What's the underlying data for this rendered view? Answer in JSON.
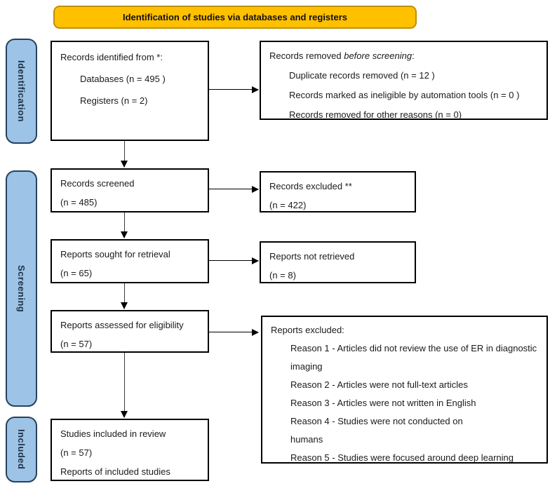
{
  "banner": {
    "label": "Identification of studies via databases and registers"
  },
  "stages": {
    "identification": "Identification",
    "screening": "Screening",
    "included": "Included"
  },
  "boxes": {
    "identified": {
      "title": "Records identified from *:",
      "items": [
        "Databases (n = 495 )",
        "Registers (n = 2)"
      ]
    },
    "removed": {
      "title_prefix": "Records removed ",
      "title_italic": "before screening",
      "title_suffix": ":",
      "items": [
        "Duplicate records removed (n = 12 )",
        "Records marked as ineligible by automation tools (n = 0 )",
        "Records removed for other reasons (n = 0)"
      ]
    },
    "screened": {
      "line1": "Records screened",
      "line2": "(n = 485)"
    },
    "excluded": {
      "line1": "Records excluded **",
      "line2": "(n = 422)"
    },
    "sought": {
      "line1": "Reports sought for retrieval",
      "line2": "(n = 65)"
    },
    "not_retrieved": {
      "line1": "Reports not retrieved",
      "line2": "(n = 8)"
    },
    "assessed": {
      "line1": "Reports assessed for eligibility",
      "line2": "(n = 57)"
    },
    "reports_excluded": {
      "title": "Reports excluded:",
      "lines": [
        "Reason 1 - Articles did not review the use of ER in diagnostic",
        "imaging",
        "Reason 2 - Articles were not full-text articles",
        "Reason 3 - Articles were not written in English",
        "Reason 4 - Studies were not conducted on",
        "humans",
        "Reason 5 - Studies were focused around deep learning"
      ]
    },
    "included": {
      "line1": "Studies included in review",
      "line2": "(n = 57)",
      "line3": "Reports of included studies"
    }
  },
  "colors": {
    "banner_fill": "#FFC000",
    "banner_border": "#BF9000",
    "stage_fill": "#9DC3E6",
    "stage_border": "#24425F",
    "box_border": "#000000"
  }
}
